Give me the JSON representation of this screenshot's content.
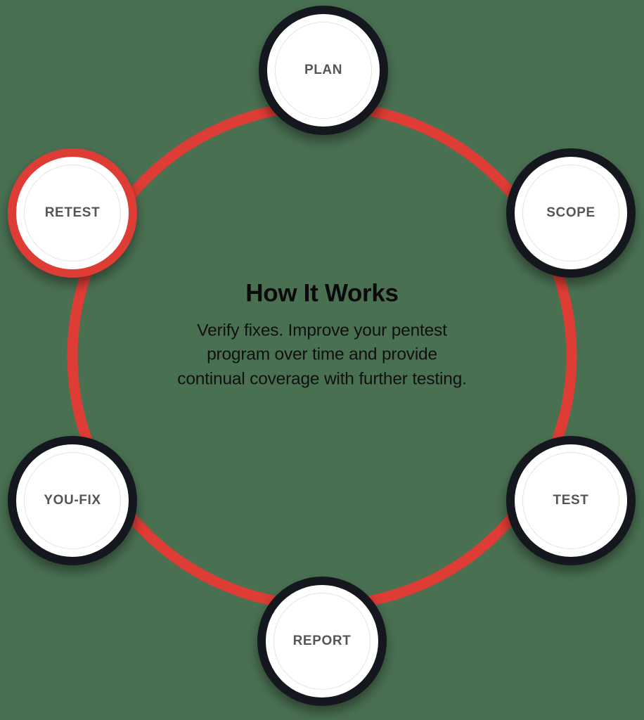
{
  "diagram": {
    "name": "how-it-works-pentest-cycle",
    "type": "cycle",
    "background_color": "#4a7052",
    "ring_color": "#dd3d35",
    "node_ring_color": "#15171f",
    "node_active_ring_color": "#dd3d35",
    "node_fill_color": "#ffffff",
    "node_label_color": "#555555"
  },
  "center": {
    "title": "How It Works",
    "description_lines": [
      "Verify fixes. Improve your pentest",
      "program over time and provide",
      "continual coverage with further testing."
    ],
    "description": "Verify fixes. Improve your pentest program over time and provide continual coverage with further testing."
  },
  "nodes": [
    {
      "id": "plan",
      "label": "PLAN",
      "active": false,
      "position": "top"
    },
    {
      "id": "scope",
      "label": "SCOPE",
      "active": false,
      "position": "upper-right"
    },
    {
      "id": "test",
      "label": "TEST",
      "active": false,
      "position": "lower-right"
    },
    {
      "id": "report",
      "label": "REPORT",
      "active": false,
      "position": "bottom"
    },
    {
      "id": "you-fix",
      "label": "YOU-FIX",
      "active": false,
      "position": "lower-left"
    },
    {
      "id": "retest",
      "label": "RETEST",
      "active": true,
      "position": "upper-left"
    }
  ]
}
